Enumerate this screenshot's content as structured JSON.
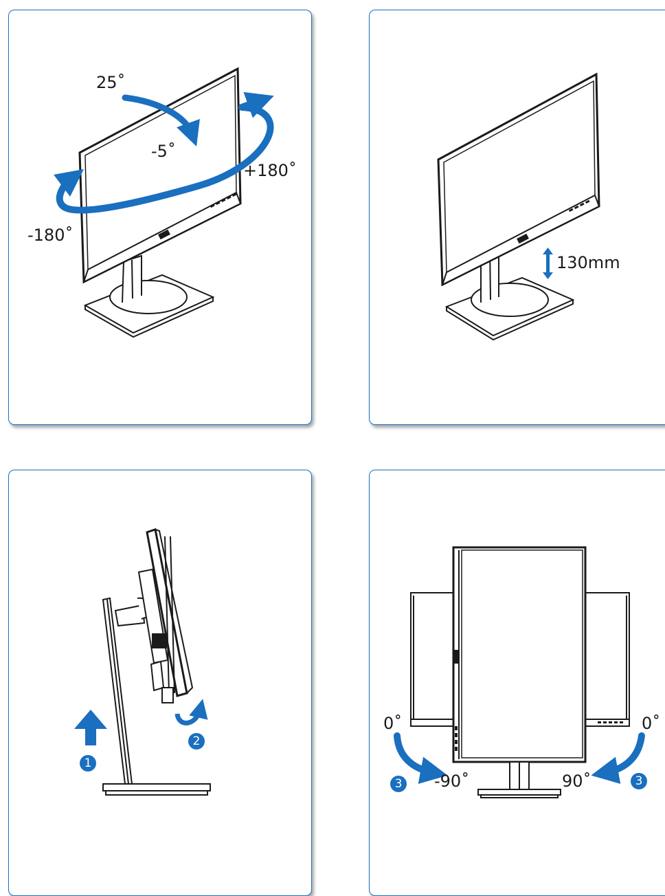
{
  "panels": {
    "tilt_swivel": {
      "tilt_up": "25˚",
      "tilt_down": "-5˚",
      "swivel_right": "+180˚",
      "swivel_left": "-180˚"
    },
    "height": {
      "height_label": "130mm"
    },
    "pivot_steps": {
      "step1": "1",
      "step2": "2"
    },
    "pivot": {
      "left_start": "0˚",
      "right_start": "0˚",
      "left_end": "-90˚",
      "right_end": "90˚",
      "step_left": "3",
      "step_right": "3"
    }
  },
  "colors": {
    "accent": "#1a6fbf",
    "line": "#1a1a1a",
    "shadow": "#888888"
  }
}
